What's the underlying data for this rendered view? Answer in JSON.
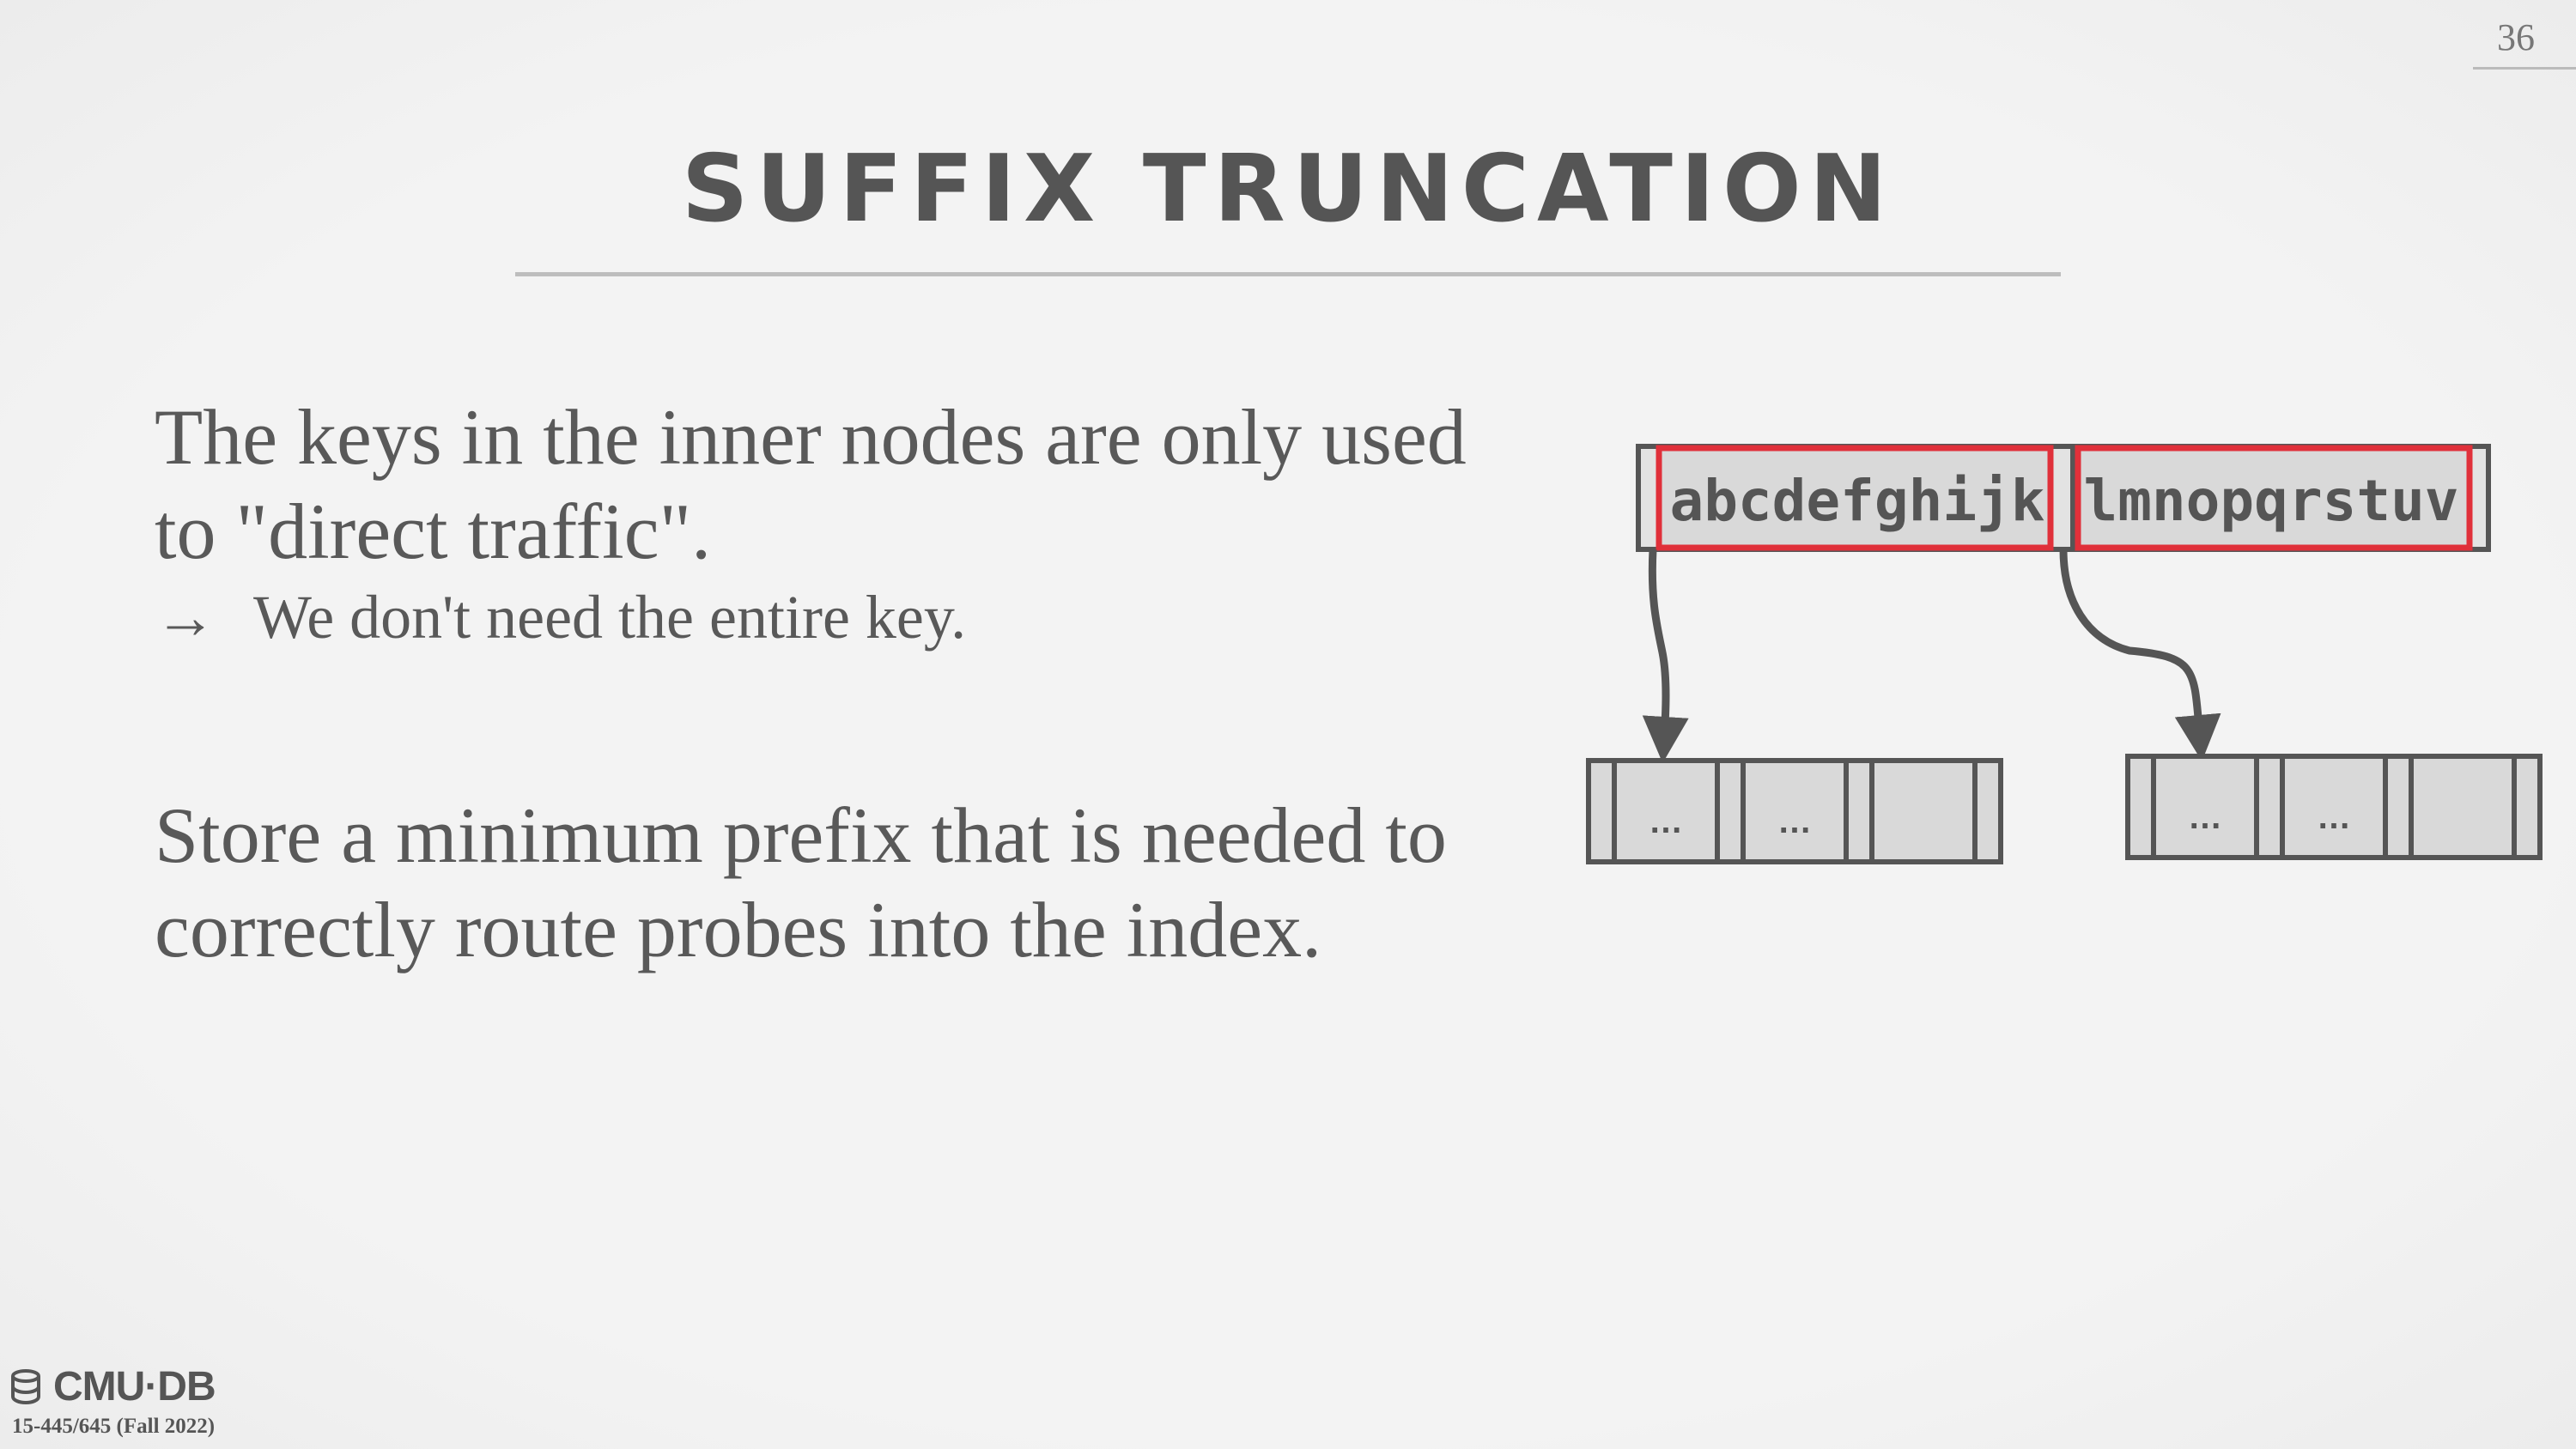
{
  "slide": {
    "page_number": "36",
    "title": "SUFFIX TRUNCATION"
  },
  "content": {
    "bullet_1": "The keys in the inner nodes are only used to \"direct traffic\".",
    "sub_bullet_arrow": "→",
    "sub_bullet_1": "We don't need the entire key.",
    "bullet_2": "Store a minimum prefix that is needed to correctly route probes into the index."
  },
  "diagram": {
    "root_keys": [
      "abcdefghijk",
      "lmnopqrstuv"
    ],
    "leaf_placeholder": "…",
    "highlight_color": "#e0303a",
    "node_fill": "#d9d9d9",
    "node_stroke": "#555555"
  },
  "footer": {
    "logo_text": "CMU·DB",
    "course": "15-445/645 (Fall 2022)"
  }
}
